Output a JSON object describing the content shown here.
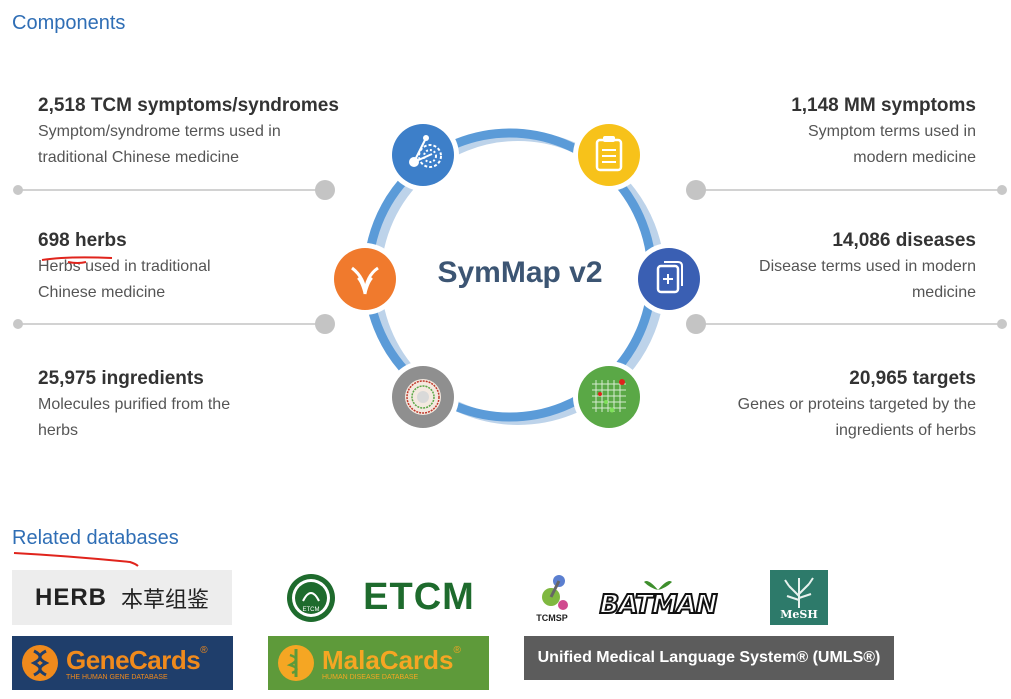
{
  "components_title": "Components",
  "related_title": "Related databases",
  "center_title": "SymMap v2",
  "left_items": [
    {
      "heading": "2,518 TCM symptoms/syndromes",
      "desc": "Symptom/syndrome terms used in traditional Chinese medicine"
    },
    {
      "heading": "698 herbs",
      "desc": "Herbs used in traditional Chinese medicine"
    },
    {
      "heading": "25,975 ingredients",
      "desc": "Molecules purified from the herbs"
    }
  ],
  "right_items": [
    {
      "heading": "1,148 MM symptoms",
      "desc": "Symptom terms used in modern medicine"
    },
    {
      "heading": "14,086 diseases",
      "desc": "Disease terms used in modern medicine"
    },
    {
      "heading": "20,965 targets",
      "desc": "Genes or proteins targeted by the ingredients of herbs"
    }
  ],
  "icons": {
    "tcm_symptoms": {
      "name": "network-icon",
      "color": "#3d7fc9"
    },
    "mm_symptoms": {
      "name": "clipboard-list-icon",
      "color": "#f7c21a"
    },
    "herbs": {
      "name": "herb-leaf-icon",
      "color": "#f07a2d"
    },
    "diseases": {
      "name": "medical-record-icon",
      "color": "#3a5fb3"
    },
    "ingredients": {
      "name": "molecule-circle-icon",
      "color": "#8f8f8f"
    },
    "targets": {
      "name": "grid-chart-icon",
      "color": "#5aa846"
    }
  },
  "databases": {
    "herb": {
      "label": "HERB",
      "cn": "本草组鉴"
    },
    "etcm": {
      "label": "ETCM",
      "badge": "ETCM"
    },
    "tcmsp": {
      "label": "TCMSP"
    },
    "batman": {
      "label": "BATMAN"
    },
    "mesh": {
      "label": "MeSH"
    },
    "genecards": {
      "label": "GeneCards",
      "reg": "®",
      "sub": "THE HUMAN GENE DATABASE"
    },
    "malacards": {
      "label_a": "Mala",
      "label_b": "Cards",
      "reg": "®",
      "sub": "HUMAN DISEASE DATABASE"
    },
    "umls": {
      "label": "Unified Medical Language System® (UMLS®)"
    }
  },
  "colors": {
    "ring": "#5b9bd8",
    "ring_shadow": "#bdd3ea",
    "link": "#2f6eb5",
    "annotation": "#e0241c"
  }
}
